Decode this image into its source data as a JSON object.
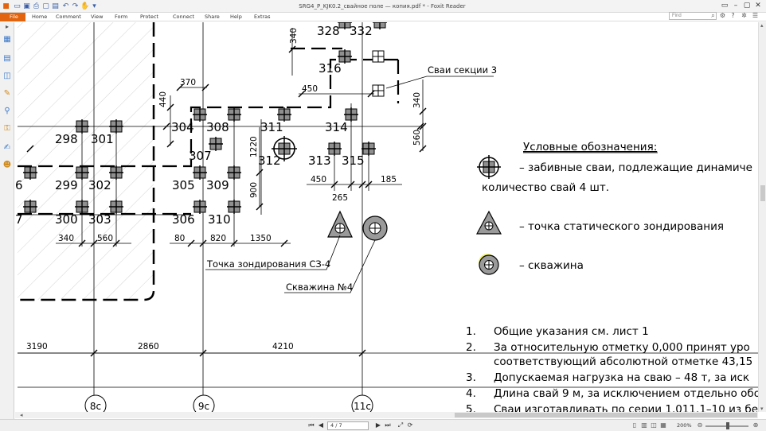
{
  "window": {
    "title": "SRG4_P_KJK0.2_свайное поле — копия.pdf * - Foxit Reader"
  },
  "quick_access": {
    "icons": [
      "app-logo-icon",
      "open-icon",
      "save-icon",
      "print-icon",
      "new-icon",
      "undo-icon",
      "redo-icon",
      "hand-tool-icon",
      "customize-icon"
    ]
  },
  "menu": {
    "file": "File",
    "items": [
      "Home",
      "Comment",
      "View",
      "Form",
      "Protect",
      "Connect",
      "Share",
      "Help",
      "Extras"
    ]
  },
  "search": {
    "placeholder": "Find"
  },
  "left_panel": {
    "icons": [
      "expand-arrow-icon",
      "bookmarks-icon",
      "pages-icon",
      "layers-icon",
      "comments-icon",
      "attachments-icon",
      "security-icon",
      "signatures-icon",
      "user-icon"
    ]
  },
  "statusbar": {
    "page_display": "4 / 7",
    "zoom": "200%"
  },
  "drawing": {
    "piles": [
      "328",
      "332",
      "316",
      "304",
      "308",
      "311",
      "314",
      "298",
      "301",
      "307",
      "312",
      "313",
      "315",
      "299",
      "302",
      "305",
      "309",
      "300",
      "303",
      "306",
      "310",
      "6",
      "7"
    ],
    "dims_top": [
      "340",
      "370",
      "440",
      "450",
      "340",
      "560",
      "1220",
      "900",
      "450",
      "265",
      "185"
    ],
    "dims_bottom": [
      "340",
      "560",
      "80",
      "820",
      "1350"
    ],
    "grid_dims": [
      "3190",
      "2860",
      "4210"
    ],
    "axes": [
      "8с",
      "9с",
      "11с"
    ],
    "callout_section": "Сваи секции 3",
    "callout_probe": "Точка зондирования СЗ-4",
    "callout_well": "Скважина №4",
    "legend": {
      "heading": "Условные обозначения:",
      "item1_line1": "–  забивные сваи, подлежащие динамиче",
      "item1_line2": "количество свай 4 шт.",
      "item2": "– точка статического зондирования",
      "item3": "– скважина"
    },
    "notes": [
      {
        "num": "1.",
        "text": "Общие указания см. лист 1"
      },
      {
        "num": "2.",
        "text": "За относительную отметку 0,000 принят уро"
      },
      {
        "num": "",
        "text": "соответствующий абсолютной отметке 43,15"
      },
      {
        "num": "3.",
        "text": "Допускаемая нагрузка на сваю – 48 т, за иск"
      },
      {
        "num": "4.",
        "text": "Длина свай 9 м, за исключением отдельно обо"
      },
      {
        "num": "5.",
        "text": "Сваи изготавливать по серии 1.011.1–10 из бет"
      }
    ]
  }
}
